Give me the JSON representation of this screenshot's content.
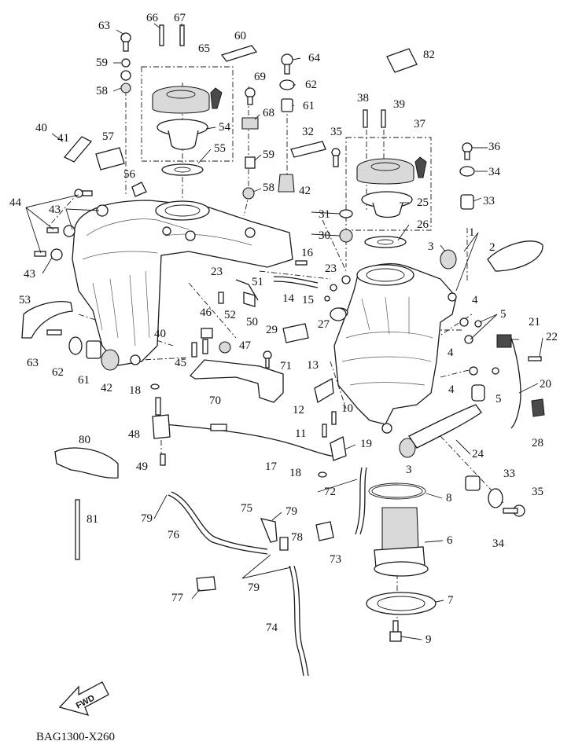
{
  "diagram_code": "BAG1300-X260",
  "fwd_label": "FWD",
  "callouts": [
    "63",
    "66",
    "67",
    "65",
    "60",
    "64",
    "82",
    "59",
    "58",
    "69",
    "62",
    "61",
    "68",
    "54",
    "55",
    "59",
    "58",
    "42",
    "31",
    "30",
    "32",
    "35",
    "38",
    "39",
    "37",
    "36",
    "34",
    "33",
    "25",
    "26",
    "40",
    "41",
    "57",
    "56",
    "44",
    "43",
    "43",
    "1",
    "2",
    "3",
    "16",
    "23",
    "27",
    "51",
    "23",
    "14",
    "15",
    "53",
    "46",
    "52",
    "50",
    "29",
    "4",
    "5",
    "4",
    "21",
    "22",
    "63",
    "62",
    "61",
    "42",
    "45",
    "47",
    "71",
    "40",
    "4",
    "5",
    "20",
    "18",
    "13",
    "12",
    "10",
    "11",
    "19",
    "70",
    "28",
    "48",
    "49",
    "17",
    "24",
    "18",
    "3",
    "33",
    "72",
    "8",
    "80",
    "35",
    "6",
    "34",
    "81",
    "79",
    "75",
    "79",
    "76",
    "78",
    "73",
    "79",
    "77",
    "7",
    "74",
    "9"
  ]
}
